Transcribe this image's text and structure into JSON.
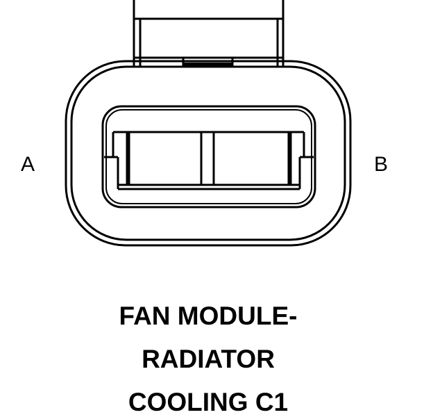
{
  "connector": {
    "pins": [
      "A",
      "B"
    ]
  },
  "caption": {
    "lines": [
      "FAN MODULE-",
      "RADIATOR",
      "COOLING C1"
    ]
  },
  "colors": {
    "line": "#000000",
    "background": "#ffffff"
  }
}
